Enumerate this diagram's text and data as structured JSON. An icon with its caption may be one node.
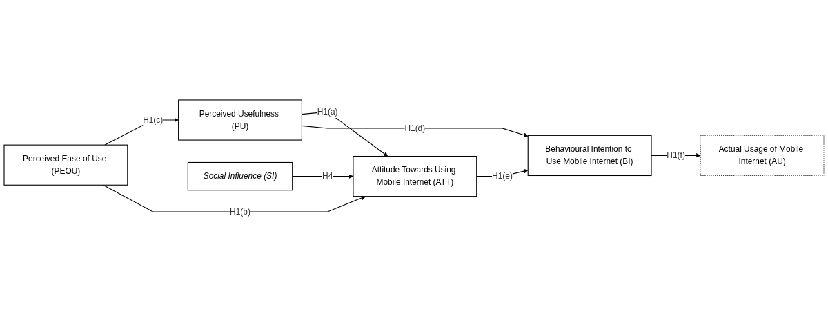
{
  "diagram": {
    "nodes": [
      {
        "text": [
          "Perceived Usefulness (PU)"
        ]
      },
      {
        "text": [
          "Perceived Ease of Use (PEOU)"
        ]
      },
      {
        "text": [
          "Attitude Towards Using Mobile Internet (ATT)"
        ]
      },
      {
        "text": [
          "Social Influence (SI)"
        ]
      },
      {
        "text": [
          "Behavioural Intention to Use Mobile Internet (BI)"
        ]
      },
      {
        "text": [
          "Actual Usage of Mobile Internet (AU)"
        ]
      }
    ],
    "edges": [
      {
        "from": 1,
        "to": 0,
        "arrow": "to",
        "label": "H1(c)"
      },
      {
        "from": 0,
        "to": 2,
        "arrow": "to",
        "label": "H1(a)"
      },
      {
        "from": 1,
        "to": 2,
        "arrow": "to",
        "label": "H1(b)"
      },
      {
        "from": 3,
        "to": 2,
        "arrow": "to",
        "label": "H4"
      },
      {
        "from": 2,
        "to": 4,
        "arrow": "to",
        "label": "H1(e)"
      },
      {
        "from": 0,
        "to": 4,
        "arrow": "to",
        "label": "H1(d)"
      },
      {
        "from": 4,
        "to": 5,
        "arrow": "to",
        "label": "H1(f)"
      }
    ]
  }
}
